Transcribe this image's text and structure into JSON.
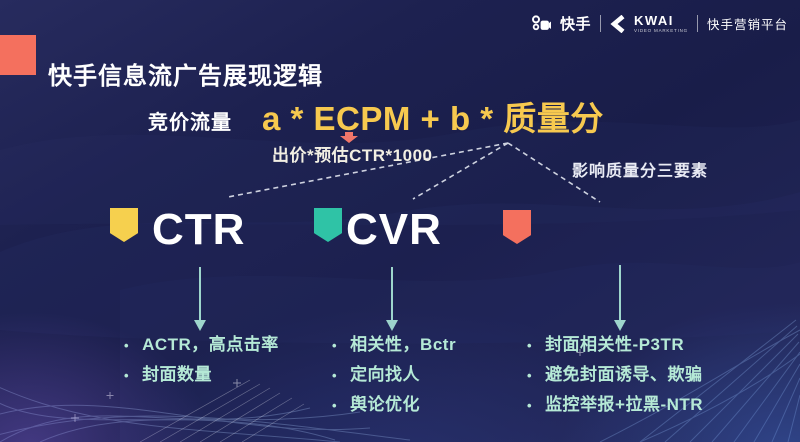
{
  "header": {
    "title": "快手信息流广告展现逻辑",
    "accent_color": "#f4705e",
    "brand": {
      "kuaishou_label": "快手",
      "kwai_label": "KWAI",
      "kwai_subtext": "VIDEO MARKETING",
      "platform_label": "快手营销平台"
    }
  },
  "formula": {
    "prefix": "竞价流量",
    "expression": "a * ECPM + b * 质量分",
    "expression_color": "#f7c94f",
    "ecpm_note": "出价*预估CTR*1000",
    "quality_note": "影响质量分三要素"
  },
  "factors": [
    {
      "label": "CTR",
      "badge_color": "#f6d04e",
      "items": [
        "ACTR，高点击率",
        "封面数量"
      ]
    },
    {
      "label": "CVR",
      "badge_color": "#2fc3a6",
      "items": [
        "相关性，Bctr",
        "定向找人",
        "舆论优化"
      ]
    },
    {
      "label": "",
      "badge_color": "#f4705e",
      "items": [
        "封面相关性-P3TR",
        "避免封面诱导、欺骗",
        "监控举报+拉黑-NTR"
      ]
    }
  ],
  "colors": {
    "background": "#1b1f4c",
    "bullet_text": "#b5e9d6",
    "arrow": "#9ed6cc",
    "dashed_line": "#dde1ec"
  }
}
